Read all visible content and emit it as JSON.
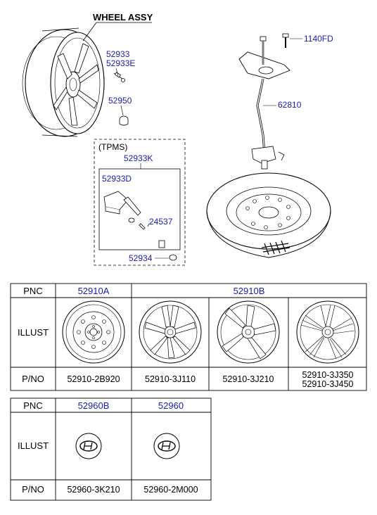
{
  "colors": {
    "part_number_blue": "#1a1ab4",
    "line": "#000000",
    "background": "#ffffff"
  },
  "diagram": {
    "title": "WHEEL ASSY",
    "tpms_box_label": "(TPMS)",
    "callouts": {
      "c52933": "52933",
      "c52933E": "52933E",
      "c52950": "52950",
      "c1140FD": "1140FD",
      "c62810": "62810",
      "c52933K": "52933K",
      "c52933D": "52933D",
      "c24537": "24537",
      "c52934": "52934"
    }
  },
  "wheel_table": {
    "row_labels": {
      "pnc": "PNC",
      "illust": "ILLUST",
      "pno": "P/NO"
    },
    "pnc": [
      "52910A",
      "52910B"
    ],
    "illustrations": [
      "steel-wheel-icon",
      "alloy-wheel-10-spoke-icon",
      "alloy-wheel-5-spoke-icon",
      "alloy-wheel-twin-spoke-icon"
    ],
    "part_numbers": [
      "52910-2B920",
      "52910-3J110",
      "52910-3J210",
      "52910-3J350",
      "52910-3J450"
    ]
  },
  "cap_table": {
    "row_labels": {
      "pnc": "PNC",
      "illust": "ILLUST",
      "pno": "P/NO"
    },
    "pnc": [
      "52960B",
      "52960"
    ],
    "illustrations": [
      "hyundai-logo-cap-icon",
      "hyundai-logo-cap-icon"
    ],
    "part_numbers": [
      "52960-3K210",
      "52960-2M000"
    ]
  }
}
